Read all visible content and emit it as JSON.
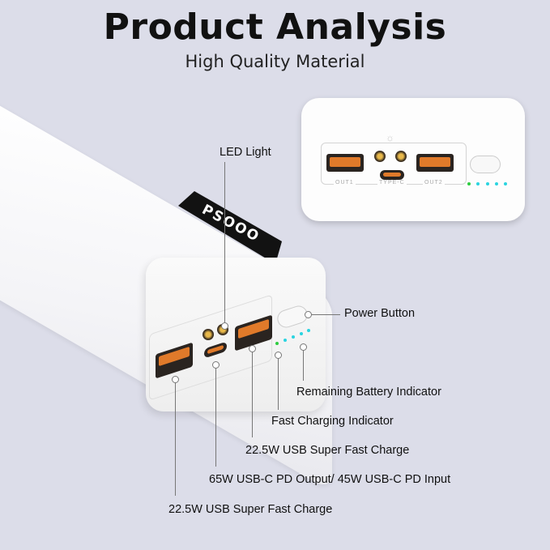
{
  "header": {
    "title": "Product Analysis",
    "subtitle": "High Quality Material"
  },
  "product": {
    "brand_logo": "PSOOO",
    "inset_ports": {
      "out1": "OUT1",
      "type_c": "TYPE-C",
      "out2": "OUT2"
    },
    "indicator_leds": [
      {
        "color": "#2ecc40",
        "role": "fast-charging"
      },
      {
        "color": "#2ad4e0",
        "role": "battery-1"
      },
      {
        "color": "#2ad4e0",
        "role": "battery-2"
      },
      {
        "color": "#2ad4e0",
        "role": "battery-3"
      },
      {
        "color": "#2ad4e0",
        "role": "battery-4"
      }
    ]
  },
  "callouts": {
    "led_light": "LED Light",
    "power_button": "Power Button",
    "remaining_battery": "Remaining Battery Indicator",
    "fast_charging": "Fast Charging Indicator",
    "usb_out2": "22.5W USB Super Fast Charge",
    "usb_c": "65W USB-C PD Output/ 45W USB-C PD Input",
    "usb_out1": "22.5W USB Super Fast Charge"
  }
}
